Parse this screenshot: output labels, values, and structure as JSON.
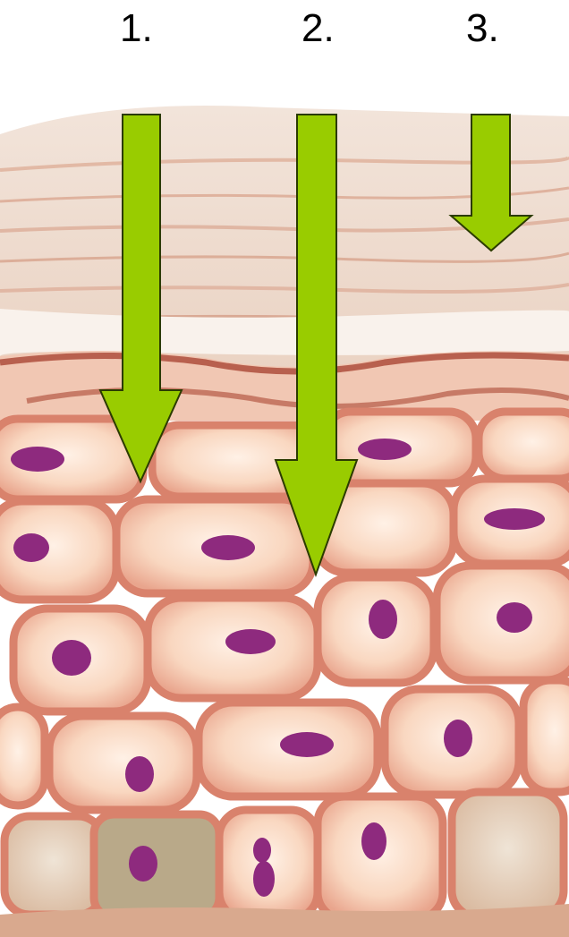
{
  "labels": {
    "one": "1.",
    "two": "2.",
    "three": "3."
  },
  "colors": {
    "arrow_fill": "#99cc00",
    "arrow_stroke": "#2b3b00",
    "cell_fill": "#f7d2ba",
    "cell_edge": "#d98772",
    "nucleus": "#8e2a7e",
    "stratum_corneum": "#f0d7c8",
    "boundary_line": "#b8604e",
    "background": "#ffffff"
  },
  "arrows": [
    {
      "name": "arrow-1",
      "label": "1."
    },
    {
      "name": "arrow-2",
      "label": "2."
    },
    {
      "name": "arrow-3",
      "label": "3."
    }
  ]
}
